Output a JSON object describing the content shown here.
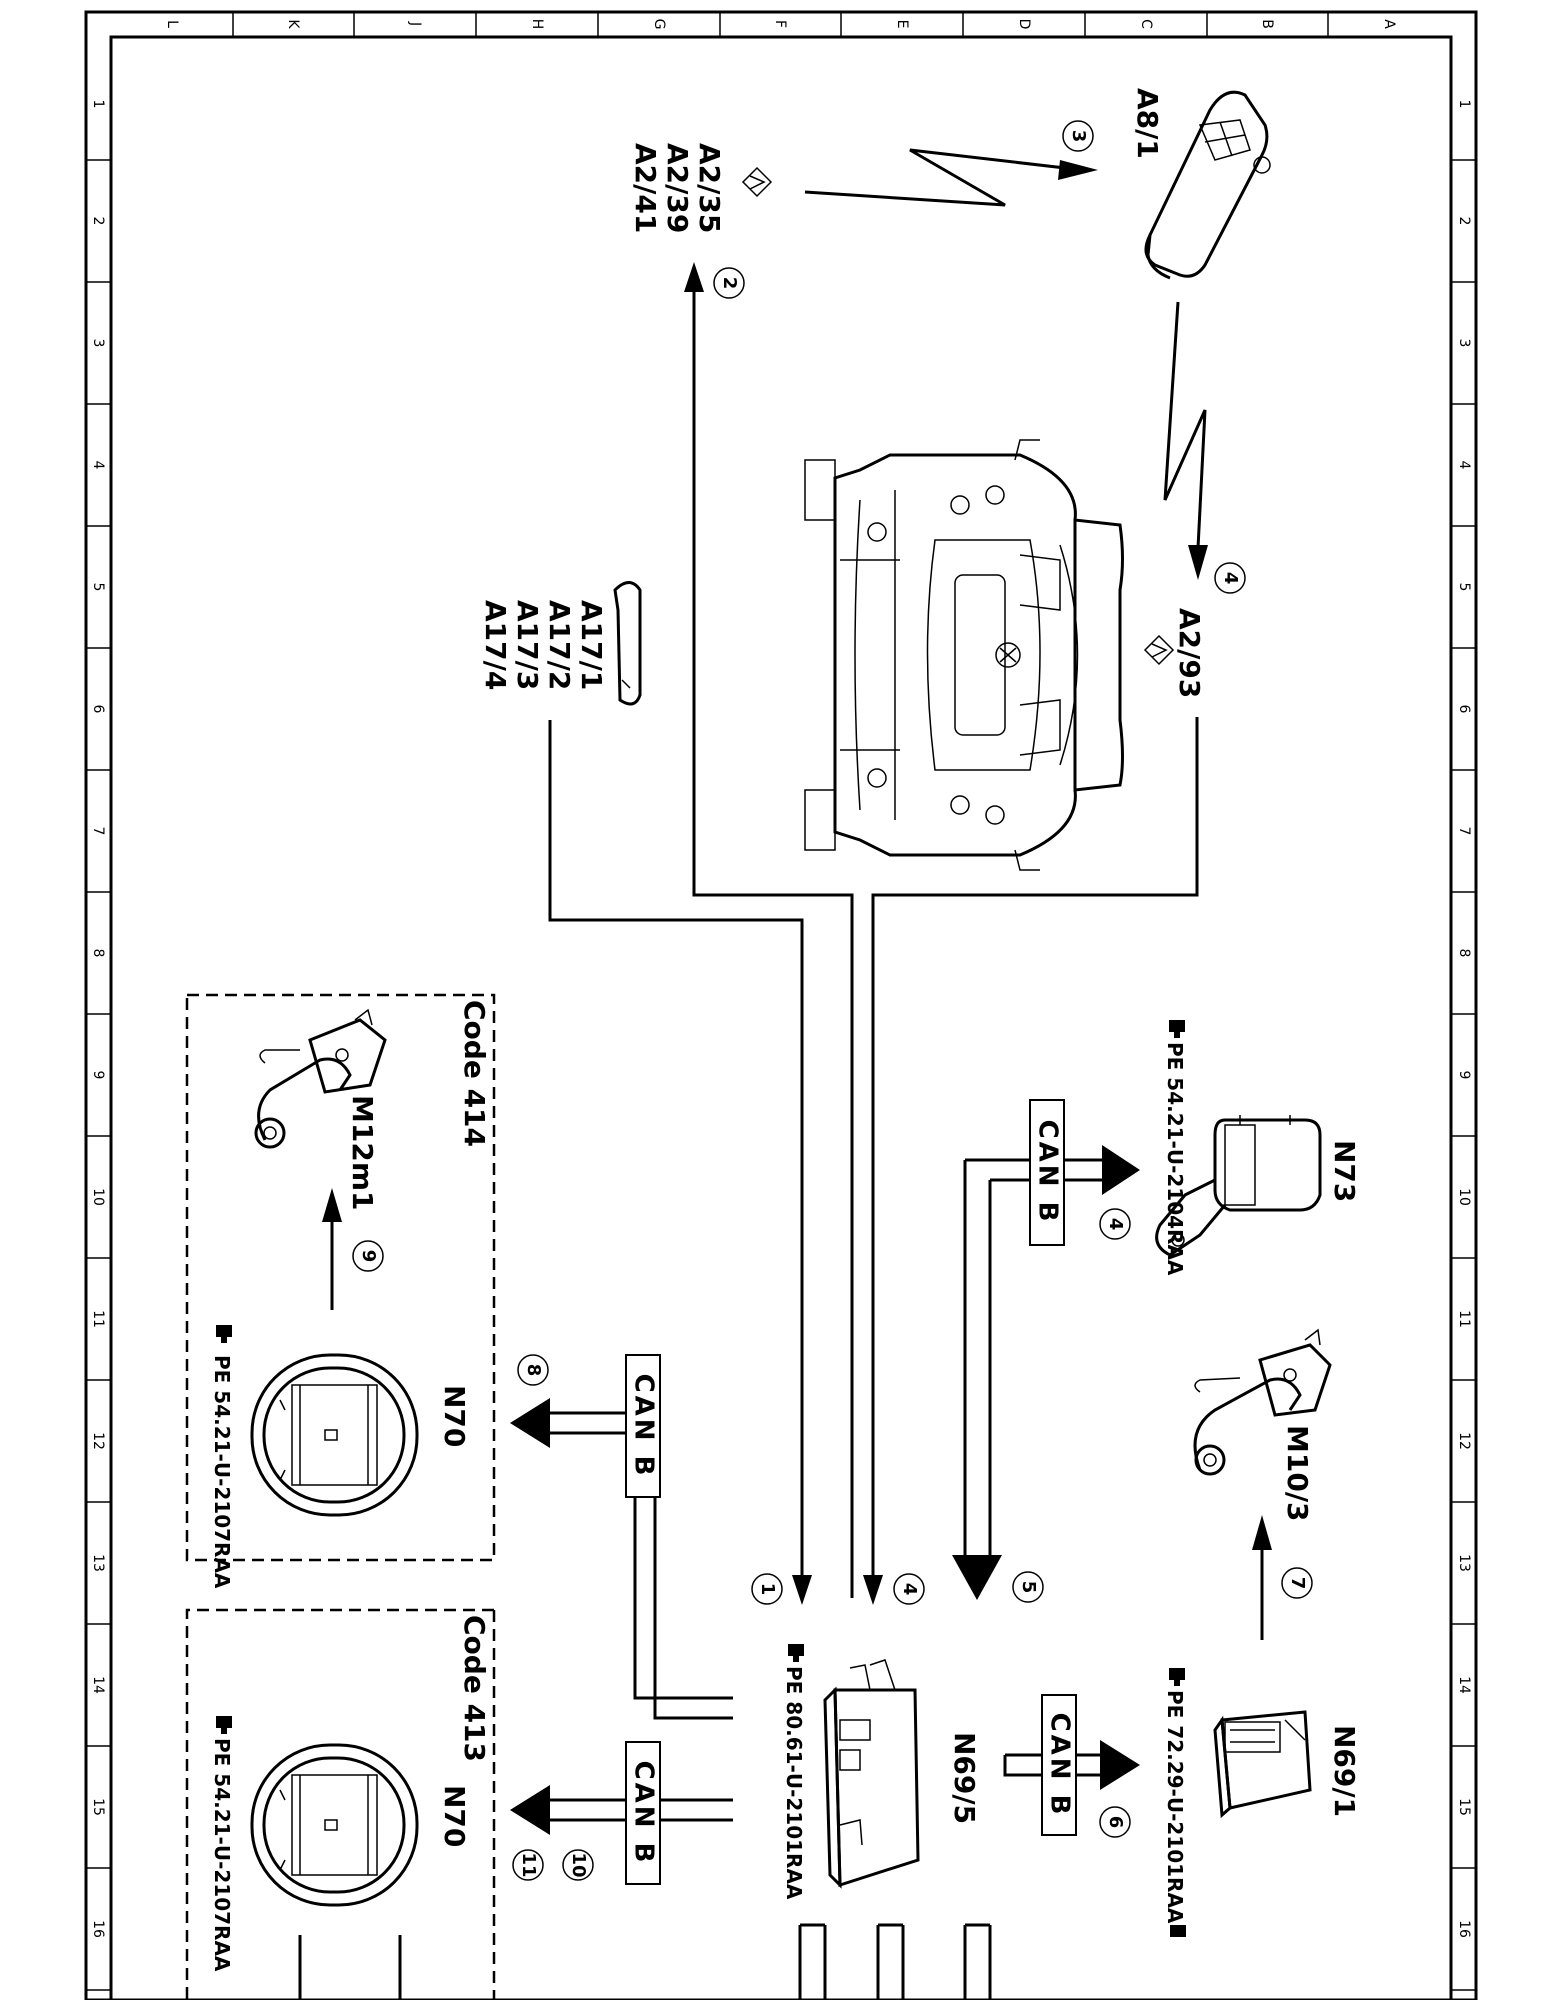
{
  "grid": {
    "columns": [
      "L",
      "K",
      "J",
      "H",
      "G",
      "F",
      "E",
      "D",
      "C",
      "B",
      "A"
    ],
    "rows": [
      "1",
      "2",
      "3",
      "4",
      "5",
      "6",
      "7",
      "8",
      "9",
      "10",
      "11",
      "12",
      "13",
      "14",
      "15",
      "16"
    ]
  },
  "components": {
    "a8_1": "A8/1",
    "a2_35": "A2/35",
    "a2_39": "A2/39",
    "a2_41": "A2/41",
    "a2_93": "A2/93",
    "a17_1": "A17/1",
    "a17_2": "A17/2",
    "a17_3": "A17/3",
    "a17_4": "A17/4",
    "n73": "N73",
    "m10_3": "M10/3",
    "n69_1": "N69/1",
    "n69_5": "N69/5",
    "n70_top": "N70",
    "n70_bottom": "N70",
    "m12m1": "M12m1"
  },
  "codes": {
    "code_414": "Code 414",
    "code_413": "Code 413"
  },
  "references": {
    "n73_ref": "PE 54.21-U-2104RAA",
    "n69_1_ref": "PE 72.29-U-2101RAA",
    "n69_5_ref": "PE 80.61-U-2101RAA",
    "n70_top_ref": "PE 54.21-U-2107RAA",
    "n70_bottom_ref": "PE 54.21-U-2107RAA"
  },
  "bus_label": "CAN B",
  "steps": [
    "1",
    "2",
    "3",
    "4",
    "4",
    "5",
    "6",
    "7",
    "8",
    "9",
    "10",
    "11",
    "4"
  ]
}
